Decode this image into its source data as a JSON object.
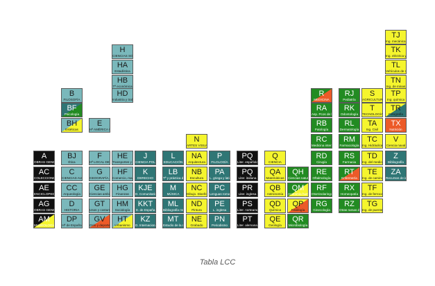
{
  "colors": {
    "black": "#111111",
    "light_teal": "#7ab8bb",
    "dark_teal": "#2f7675",
    "yellow": "#f5f52e",
    "green": "#228b22",
    "orange": "#ec5a28",
    "white": "#ffffff"
  },
  "caption": "Tabla LCC",
  "cells": [
    {
      "code": "A",
      "label": "OBRAS GENERALES",
      "col": 0,
      "row": 8,
      "color": "black"
    },
    {
      "code": "AC",
      "label": "COLECCIONES/SERIES",
      "col": 0,
      "row": 9,
      "color": "black"
    },
    {
      "code": "AE",
      "label": "ENCICLOPEDIAS",
      "col": 0,
      "row": 10,
      "color": "black"
    },
    {
      "code": "AG",
      "label": "OBRAS GENERALES",
      "col": 0,
      "row": 11,
      "color": "black"
    },
    {
      "code": "AM",
      "label": "MUSEOLOGÍA",
      "col": 0,
      "row": 12,
      "color": "black",
      "split": "yellow"
    },
    {
      "code": "B",
      "label": "FILOSOFÍA",
      "col": 1,
      "row": 4,
      "color": "light_teal"
    },
    {
      "code": "BF",
      "label": "Psicología",
      "col": 1,
      "row": 5,
      "color": "dark_teal",
      "split": "green"
    },
    {
      "code": "BH",
      "label": "Estéticas",
      "col": 1,
      "row": 6,
      "color": "light_teal",
      "split": "yellow"
    },
    {
      "code": "BJ",
      "label": "Ética",
      "col": 1,
      "row": 8,
      "color": "light_teal"
    },
    {
      "code": "C",
      "label": "CIENCIAS AUXILIARES",
      "col": 1,
      "row": 9,
      "color": "light_teal"
    },
    {
      "code": "CC",
      "label": "Arqueología",
      "col": 1,
      "row": 10,
      "color": "light_teal"
    },
    {
      "code": "D",
      "label": "HISTORIA",
      "col": 1,
      "row": 11,
      "color": "light_teal"
    },
    {
      "code": "DP",
      "label": "Hª de España",
      "col": 1,
      "row": 12,
      "color": "light_teal"
    },
    {
      "code": "E",
      "label": "Hª AMÉRICA / EEUU",
      "col": 2,
      "row": 6,
      "color": "light_teal"
    },
    {
      "code": "F",
      "label": "Hª LOCAL DE AMÉRICA",
      "col": 2,
      "row": 8,
      "color": "light_teal"
    },
    {
      "code": "G",
      "label": "GEOGRAFÍA, ANTROPOLOGÍA",
      "col": 2,
      "row": 9,
      "color": "light_teal"
    },
    {
      "code": "GE",
      "label": "Ciencias ambientales",
      "col": 2,
      "row": 10,
      "color": "light_teal"
    },
    {
      "code": "GT",
      "label": "Usos y costumbres",
      "col": 2,
      "row": 11,
      "color": "light_teal"
    },
    {
      "code": "GV",
      "label": "Ocio y deportes",
      "col": 2,
      "row": 12,
      "color": "light_teal",
      "split": "orange"
    },
    {
      "code": "H",
      "label": "CIENCIAS SOCIALES",
      "col": 3,
      "row": 1,
      "color": "light_teal"
    },
    {
      "code": "HA",
      "label": "Estadística",
      "col": 3,
      "row": 2,
      "color": "light_teal"
    },
    {
      "code": "HB",
      "label": "Tª económica",
      "col": 3,
      "row": 3,
      "color": "light_teal"
    },
    {
      "code": "HD",
      "label": "Industria y trabajo",
      "col": 3,
      "row": 4,
      "color": "light_teal"
    },
    {
      "code": "HE",
      "label": "Transportes y comunicaciones",
      "col": 3,
      "row": 8,
      "color": "light_teal"
    },
    {
      "code": "HF",
      "label": "Comercio, marketing",
      "col": 3,
      "row": 9,
      "color": "light_teal"
    },
    {
      "code": "HG",
      "label": "Finanzas",
      "col": 3,
      "row": 10,
      "color": "light_teal"
    },
    {
      "code": "HM",
      "label": "Sociología",
      "col": 3,
      "row": 11,
      "color": "light_teal"
    },
    {
      "code": "HT",
      "label": "Urbanismo",
      "col": 3,
      "row": 12,
      "color": "light_teal",
      "split": "yellow"
    },
    {
      "code": "J",
      "label": "CIENCIA POLÍTICA",
      "col": 4,
      "row": 8,
      "color": "dark_teal"
    },
    {
      "code": "K",
      "label": "DERECHO",
      "col": 4,
      "row": 9,
      "color": "dark_teal"
    },
    {
      "code": "KJE",
      "label": "D. Comunitario",
      "col": 4,
      "row": 10,
      "color": "dark_teal"
    },
    {
      "code": "KKT",
      "label": "D. de España",
      "col": 4,
      "row": 11,
      "color": "dark_teal"
    },
    {
      "code": "KZ",
      "label": "D. Internacional",
      "col": 4,
      "row": 12,
      "color": "dark_teal"
    },
    {
      "code": "L",
      "label": "EDUCACIÓN",
      "col": 5,
      "row": 8,
      "color": "dark_teal"
    },
    {
      "code": "LB",
      "label": "Tª y práctica de la educación",
      "col": 5,
      "row": 9,
      "color": "dark_teal"
    },
    {
      "code": "M",
      "label": "MÚSICA",
      "col": 5,
      "row": 10,
      "color": "dark_teal"
    },
    {
      "code": "ML",
      "label": "Bibliografía musical",
      "col": 5,
      "row": 11,
      "color": "dark_teal"
    },
    {
      "code": "MT",
      "label": "Estudio de la música",
      "col": 5,
      "row": 12,
      "color": "dark_teal"
    },
    {
      "code": "N",
      "label": "ARTES VISUALES",
      "col": 6,
      "row": 7,
      "color": "yellow"
    },
    {
      "code": "NA",
      "label": "Arquitectura",
      "col": 6,
      "row": 8,
      "color": "yellow"
    },
    {
      "code": "NB",
      "label": "Escultura",
      "col": 6,
      "row": 9,
      "color": "yellow"
    },
    {
      "code": "NC",
      "label": "Dibujo. Diseño",
      "col": 6,
      "row": 10,
      "color": "yellow"
    },
    {
      "code": "ND",
      "label": "Pintura",
      "col": 6,
      "row": 11,
      "color": "yellow"
    },
    {
      "code": "NE",
      "label": "Grabado",
      "col": 6,
      "row": 12,
      "color": "yellow"
    },
    {
      "code": "P",
      "label": "FILOLOGÍA",
      "col": 7,
      "row": 8,
      "color": "dark_teal"
    },
    {
      "code": "PA",
      "label": "L. griega y latina",
      "col": 7,
      "row": 9,
      "color": "dark_teal"
    },
    {
      "code": "PC",
      "label": "Lenguas romances",
      "col": 7,
      "row": 10,
      "color": "dark_teal"
    },
    {
      "code": "PE",
      "label": "L. inglesa",
      "col": 7,
      "row": 11,
      "color": "dark_teal"
    },
    {
      "code": "PN",
      "label": "Periodismo",
      "col": 7,
      "row": 12,
      "color": "dark_teal"
    },
    {
      "code": "PQ",
      "label": "Liter. española",
      "col": 8,
      "row": 8,
      "color": "black"
    },
    {
      "code": "PQ",
      "label": "Liter. italiana",
      "col": 8,
      "row": 9,
      "color": "black"
    },
    {
      "code": "PR",
      "label": "Liter. inglesa",
      "col": 8,
      "row": 10,
      "color": "black"
    },
    {
      "code": "PS",
      "label": "Liter. norteamericana",
      "col": 8,
      "row": 11,
      "color": "black"
    },
    {
      "code": "PT",
      "label": "Liter. alemana, holandesa, escandinava",
      "col": 8,
      "row": 12,
      "color": "black"
    },
    {
      "code": "Q",
      "label": "CIENCIA",
      "col": 9,
      "row": 8,
      "color": "yellow"
    },
    {
      "code": "QA",
      "label": "Matemáticas",
      "col": 9,
      "row": 9,
      "color": "yellow"
    },
    {
      "code": "QB",
      "label": "Astronomía",
      "col": 9,
      "row": 10,
      "color": "yellow"
    },
    {
      "code": "QD",
      "label": "Química",
      "col": 9,
      "row": 11,
      "color": "yellow"
    },
    {
      "code": "QE",
      "label": "Geología",
      "col": 9,
      "row": 12,
      "color": "yellow"
    },
    {
      "code": "QH",
      "label": "Ciencias naturales",
      "col": 10,
      "row": 9,
      "color": "green"
    },
    {
      "code": "QM",
      "label": "Anatomía humana",
      "col": 10,
      "row": 10,
      "color": "green",
      "split": "yellow"
    },
    {
      "code": "QP",
      "label": "Fisiología",
      "col": 10,
      "row": 11,
      "color": "yellow",
      "split": "orange"
    },
    {
      "code": "QR",
      "label": "Microbiología",
      "col": 10,
      "row": 12,
      "color": "green"
    },
    {
      "code": "R",
      "label": "MEDICINA",
      "col": 11,
      "row": 4,
      "color": "green",
      "split": "orange"
    },
    {
      "code": "RA",
      "label": "Asp. Pcos de la Medicina",
      "col": 11,
      "row": 5,
      "color": "green"
    },
    {
      "code": "RB",
      "label": "Patología",
      "col": 11,
      "row": 6,
      "color": "green"
    },
    {
      "code": "RC",
      "label": "Medicina interna",
      "col": 11,
      "row": 7,
      "color": "green"
    },
    {
      "code": "RD",
      "label": "Cirugía",
      "col": 11,
      "row": 8,
      "color": "green"
    },
    {
      "code": "RE",
      "label": "Oftalmología",
      "col": 11,
      "row": 9,
      "color": "green"
    },
    {
      "code": "RF",
      "label": "Otorrinolaringología",
      "col": 11,
      "row": 10,
      "color": "green"
    },
    {
      "code": "RG",
      "label": "Ginecología",
      "col": 11,
      "row": 11,
      "color": "green"
    },
    {
      "code": "RJ",
      "label": "Pediatría",
      "col": 12,
      "row": 4,
      "color": "green"
    },
    {
      "code": "RK",
      "label": "Odontología",
      "col": 12,
      "row": 5,
      "color": "green"
    },
    {
      "code": "RL",
      "label": "Dermatología",
      "col": 12,
      "row": 6,
      "color": "green"
    },
    {
      "code": "RM",
      "label": "Farmacología",
      "col": 12,
      "row": 7,
      "color": "green"
    },
    {
      "code": "RS",
      "label": "Farmacia",
      "col": 12,
      "row": 8,
      "color": "green"
    },
    {
      "code": "RT",
      "label": "Enfermería",
      "col": 12,
      "row": 9,
      "color": "green",
      "split": "orange"
    },
    {
      "code": "RX",
      "label": "Homeopatía",
      "col": 12,
      "row": 10,
      "color": "green"
    },
    {
      "code": "RZ",
      "label": "Otras ramas de la medicina",
      "col": 12,
      "row": 11,
      "color": "green"
    },
    {
      "code": "S",
      "label": "AGRICULTURA",
      "col": 13,
      "row": 4,
      "color": "yellow"
    },
    {
      "code": "T",
      "label": "TECNOLOGÍA",
      "col": 13,
      "row": 5,
      "color": "yellow"
    },
    {
      "code": "TA",
      "label": "Ing. Civil",
      "col": 13,
      "row": 6,
      "color": "yellow"
    },
    {
      "code": "TC",
      "label": "Ing. Hidráulica",
      "col": 13,
      "row": 7,
      "color": "yellow"
    },
    {
      "code": "TD",
      "label": "Ing. del medio ambiente",
      "col": 13,
      "row": 8,
      "color": "yellow"
    },
    {
      "code": "TE",
      "label": "Ing. de caminos",
      "col": 13,
      "row": 9,
      "color": "yellow"
    },
    {
      "code": "TF",
      "label": "Ing. de ferrocarriles",
      "col": 13,
      "row": 10,
      "color": "yellow"
    },
    {
      "code": "TG",
      "label": "Ing. de puentes",
      "col": 13,
      "row": 11,
      "color": "yellow"
    },
    {
      "code": "TJ",
      "label": "Ing. mecánica, maquinaria",
      "col": 14,
      "row": 0,
      "color": "yellow"
    },
    {
      "code": "TK",
      "label": "Ing. eléctrica y nuclear",
      "col": 14,
      "row": 1,
      "color": "yellow"
    },
    {
      "code": "TL",
      "label": "Vehículos de motor",
      "col": 14,
      "row": 2,
      "color": "yellow"
    },
    {
      "code": "TN",
      "label": "Ing. de minas",
      "col": 14,
      "row": 3,
      "color": "yellow"
    },
    {
      "code": "TP",
      "label": "Ing. química",
      "col": 14,
      "row": 4,
      "color": "yellow"
    },
    {
      "code": "TR",
      "label": "Fotografía",
      "col": 14,
      "row": 5,
      "color": "yellow",
      "split": "dark_teal"
    },
    {
      "code": "TX",
      "label": "Nutrición",
      "col": 14,
      "row": 6,
      "color": "orange"
    },
    {
      "code": "V",
      "label": "Ciencia naval",
      "col": 14,
      "row": 7,
      "color": "yellow"
    },
    {
      "code": "Z",
      "label": "Bibliografía",
      "col": 14,
      "row": 8,
      "color": "dark_teal"
    },
    {
      "code": "ZA",
      "label": "Recursos de información",
      "col": 14,
      "row": 9,
      "color": "dark_teal"
    }
  ]
}
